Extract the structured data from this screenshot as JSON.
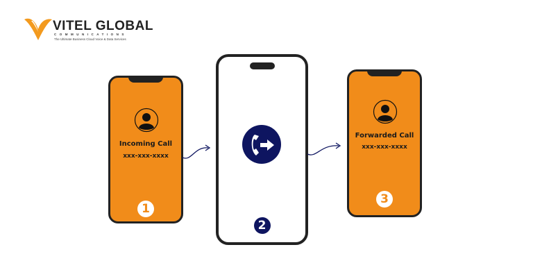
{
  "logo": {
    "name": "VITEL GLOBAL",
    "subtitle": "COMMUNICATIONS",
    "tagline": "The Ultimate Business Cloud Voice & Data Services"
  },
  "steps": [
    {
      "number": "1",
      "label": "Incoming Call",
      "phone": "xxx-xxx-xxxx"
    },
    {
      "number": "2",
      "icon": "call-forward-icon"
    },
    {
      "number": "3",
      "label": "Forwarded Call",
      "phone": "xxx-xxx-xxxx"
    }
  ],
  "colors": {
    "orange": "#F18C1A",
    "navy": "#0E1560",
    "frame": "#222222"
  }
}
